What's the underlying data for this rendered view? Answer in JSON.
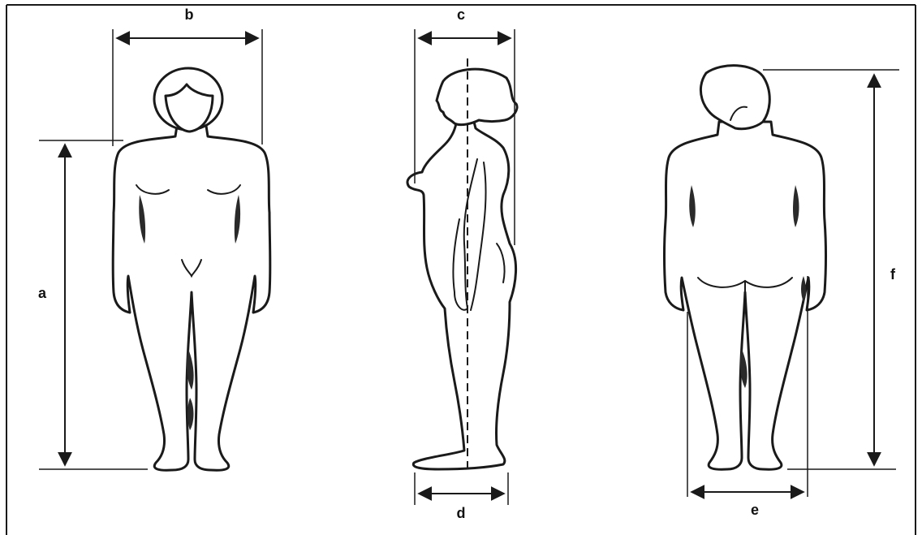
{
  "labels": {
    "a": "a",
    "b": "b",
    "c": "c",
    "d": "d",
    "e": "e",
    "f": "f"
  },
  "figures": [
    "front-view",
    "side-view",
    "back-view"
  ],
  "colors": {
    "line": "#1a1a1a",
    "background": "#ffffff"
  }
}
